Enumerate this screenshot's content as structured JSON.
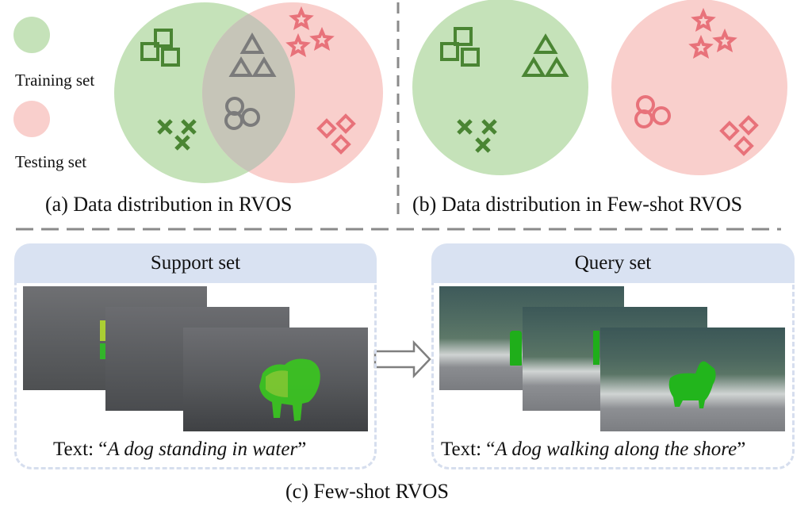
{
  "legend": {
    "training_label": "Training set",
    "testing_label": "Testing set"
  },
  "colors": {
    "training_fill": "#c5e2b9",
    "testing_fill": "#f9cfcc",
    "overlap_fill": "#c6c5b8",
    "training_marker": "#4a8533",
    "testing_marker": "#e8727a",
    "shared_marker": "#7b7b7b",
    "set_header": "#d9e2f2",
    "set_border": "#d6deee",
    "divider": "#8a8a8a",
    "mask_green": "#2ec41c"
  },
  "panel_a": {
    "caption": "(a) Data distribution in RVOS",
    "training_classes": [
      "squares",
      "crosses"
    ],
    "shared_classes": [
      "triangles",
      "circles"
    ],
    "testing_classes": [
      "stars",
      "diamonds"
    ]
  },
  "panel_b": {
    "caption": "(b) Data distribution in Few-shot RVOS",
    "training_classes": [
      "squares",
      "triangles",
      "crosses"
    ],
    "testing_classes": [
      "stars",
      "circles",
      "diamonds"
    ]
  },
  "panel_c": {
    "caption": "(c) Few-shot RVOS",
    "support": {
      "title": "Support set",
      "text_prefix": "Text: “",
      "text_query": "A dog standing in water",
      "text_suffix": "”"
    },
    "query": {
      "title": "Query set",
      "text_prefix": "Text: “",
      "text_query": "A dog walking along the shore",
      "text_suffix": "”"
    }
  }
}
